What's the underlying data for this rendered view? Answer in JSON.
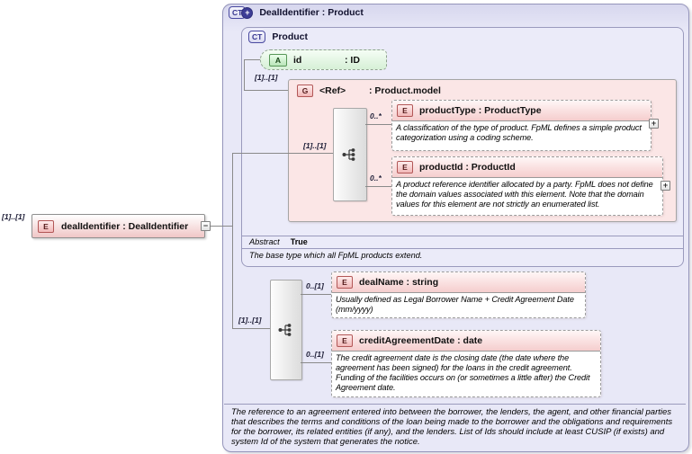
{
  "icons": {
    "element": "E",
    "attribute": "A",
    "group": "G",
    "complex_type": "CT",
    "extension_plus": "+",
    "collapse": "−",
    "expand": "+"
  },
  "root": {
    "cardinality": "[1]..[1]",
    "title": "dealIdentifier : DealIdentifier"
  },
  "outer": {
    "title": "DealIdentifier : Product",
    "annotation": "The reference to an agreement entered into between the borrower, the lenders, the agent, and other financial parties that describes the terms and conditions of the loan being made to the borrower and the obligations and requirements for the borrower, its related entities (if any), and the lenders. List of Ids should include at least CUSIP (if exists) and system Id of the system that generates the notice."
  },
  "product": {
    "title": "Product",
    "abstract_label": "Abstract",
    "abstract_value": "True",
    "annotation": "The base type which all FpML products extend."
  },
  "attr_id": {
    "name": "id",
    "type": ": ID"
  },
  "group": {
    "cardinality": "[1]..[1]",
    "name": "<Ref>",
    "type": ": Product.model",
    "seq_cardinality": "[1]..[1]"
  },
  "product_type": {
    "cardinality": "0..*",
    "title": "productType : ProductType",
    "annotation": "A classification of the type of product. FpML defines a simple product categorization using a coding scheme."
  },
  "product_id": {
    "cardinality": "0..*",
    "title": "productId : ProductId",
    "annotation": "A product reference identifier allocated by a party. FpML does not define the domain values associated with this element. Note that the domain values for this element are not strictly an enumerated list."
  },
  "extension": {
    "seq_cardinality": "[1]..[1]"
  },
  "deal_name": {
    "cardinality": "0..[1]",
    "title": "dealName : string",
    "annotation": "Usually defined as Legal Borrower Name + Credit Agreement Date (mm/yyyy)"
  },
  "credit_agreement_date": {
    "cardinality": "0..[1]",
    "title": "creditAgreementDate : date",
    "annotation": "The credit agreement date is the closing date (the date where the agreement has been signed) for the loans in the credit agreement. Funding of the facilities occurs on (or sometimes a little after) the Credit Agreement date."
  },
  "colors": {
    "lavender_panel": "#e8e8f7",
    "pink_panel": "#fbe6e6",
    "element_header_pink": "#f5cdcd",
    "attribute_green": "#d6f0d6",
    "accent_blue": "#3d3d95",
    "line_gray": "#8a8a8a"
  }
}
